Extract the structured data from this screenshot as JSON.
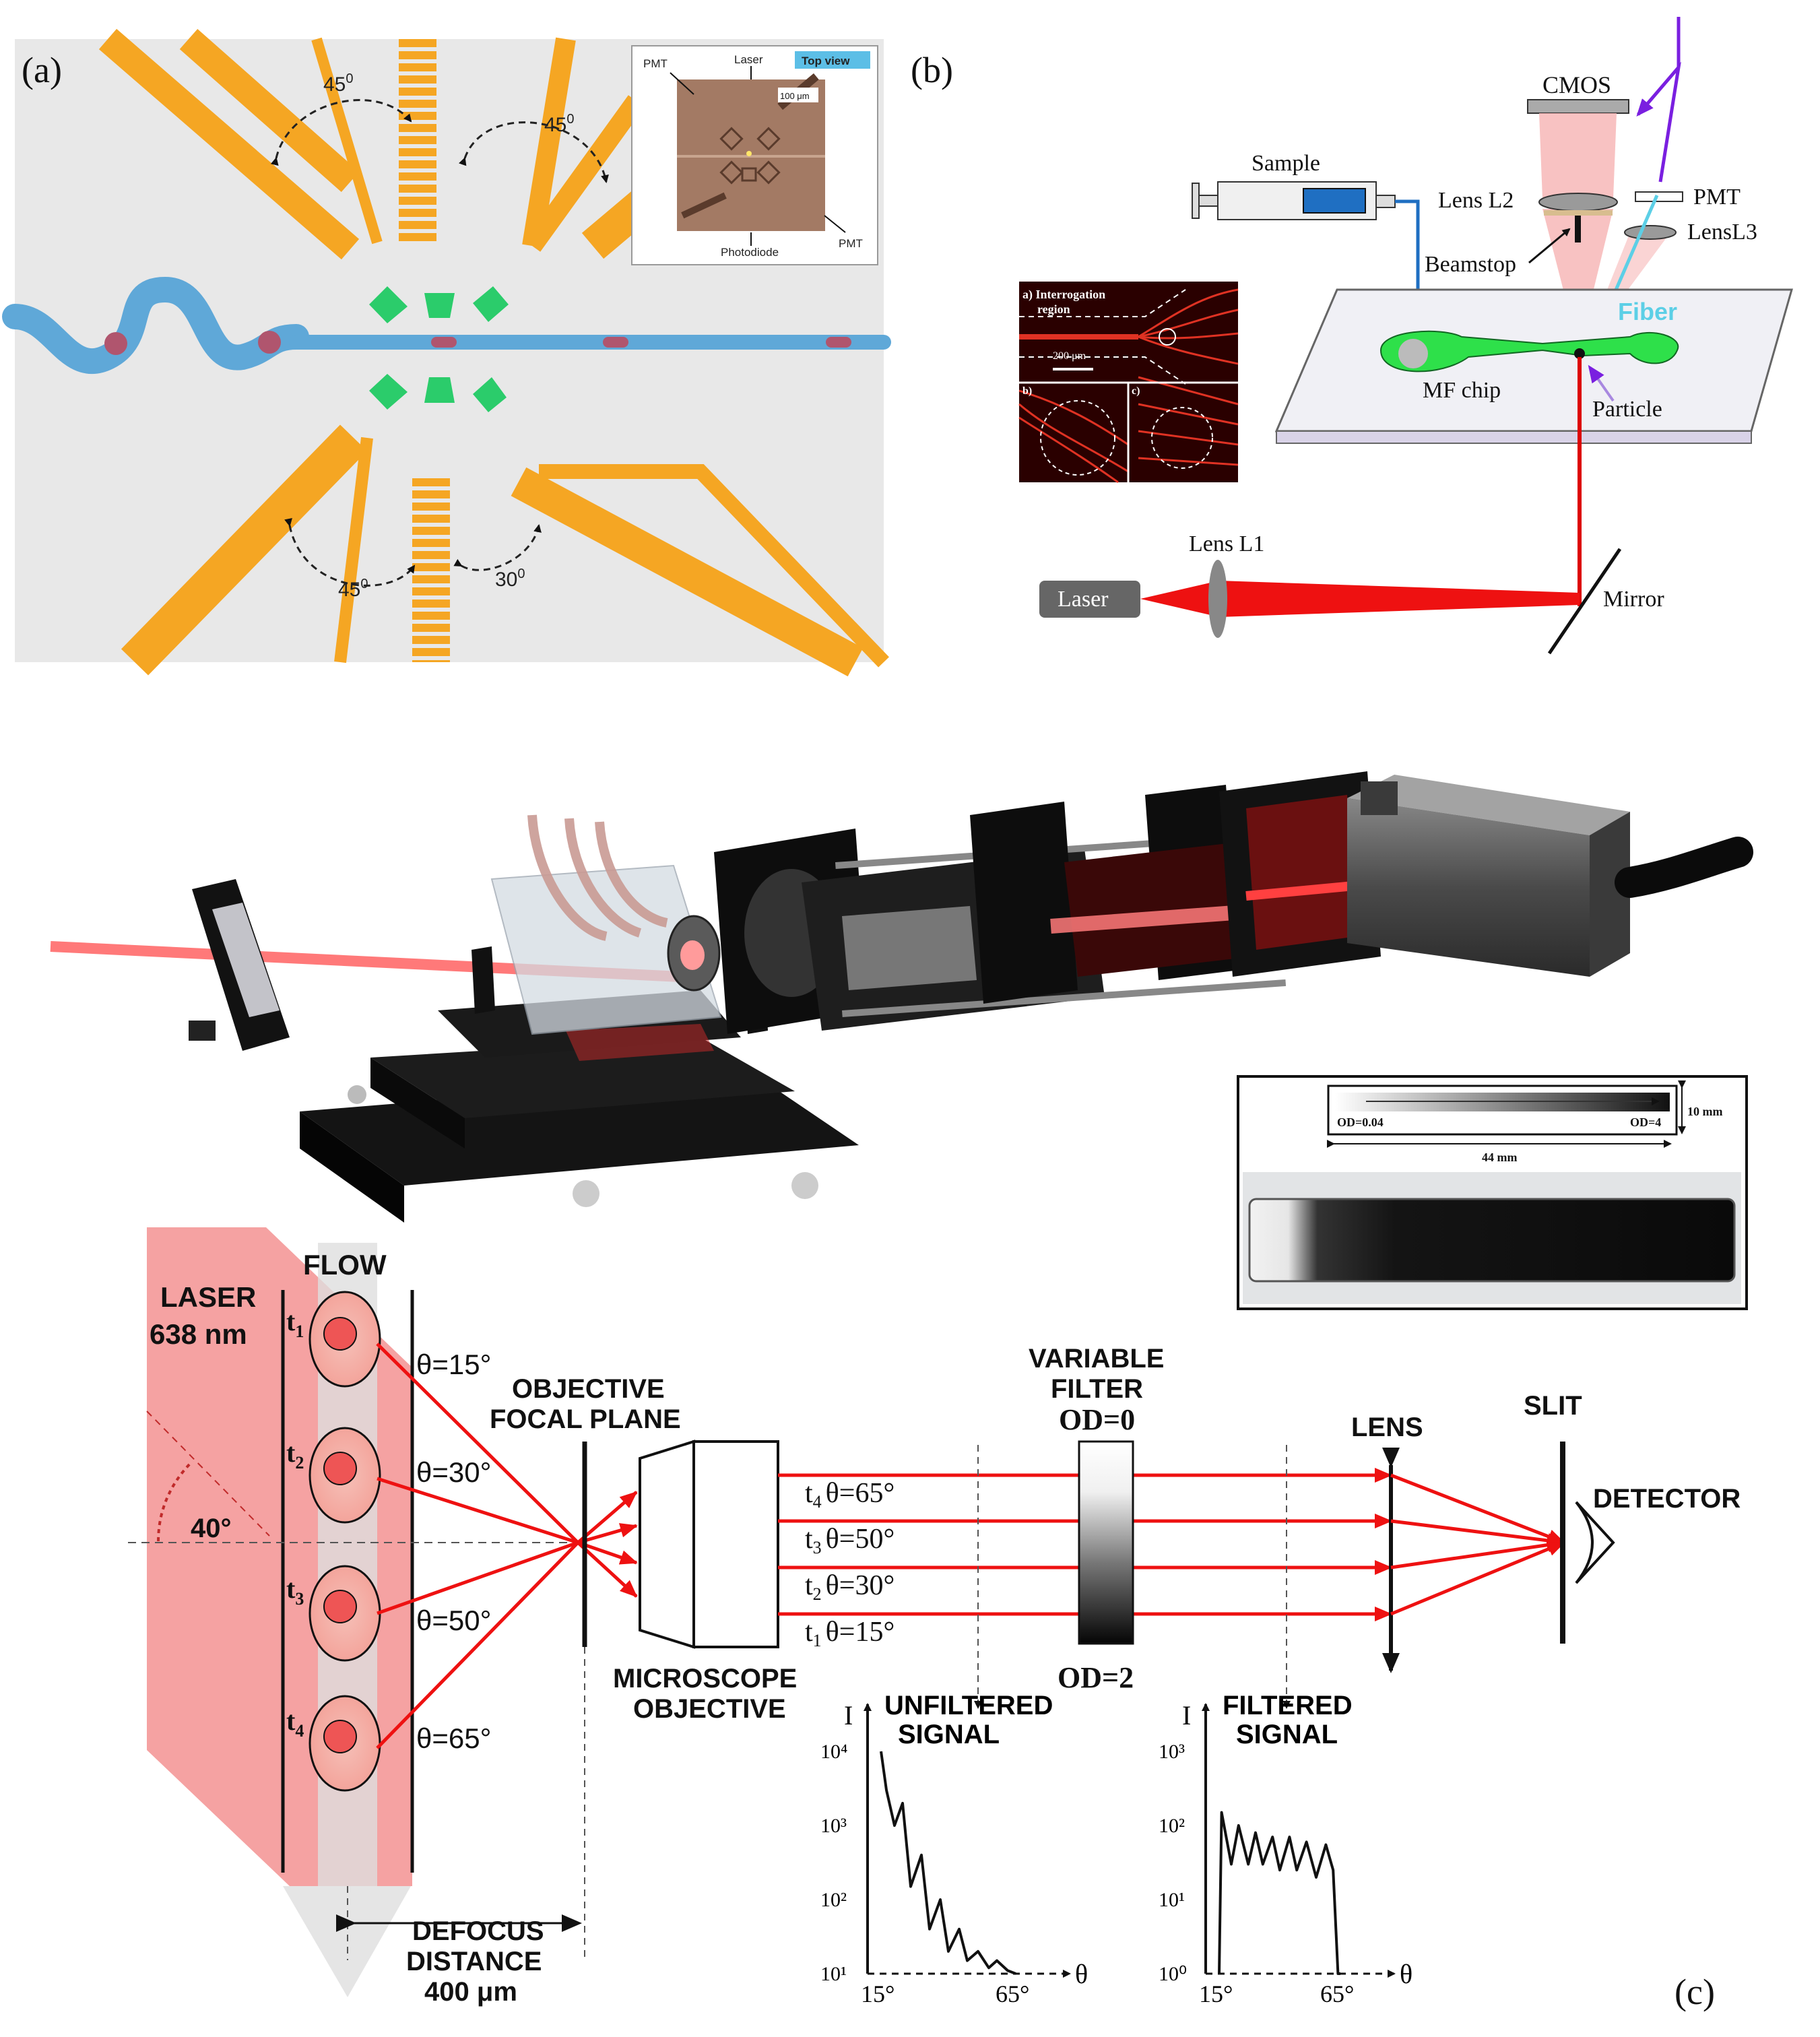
{
  "panel_a": {
    "label": "(a)",
    "angle_top_left": "45",
    "angle_top_right": "45",
    "angle_bottom_left": "45",
    "angle_bottom_right": "30",
    "angle_unit": "0",
    "inset": {
      "title": "Top view",
      "laser": "Laser",
      "pmt_top": "PMT",
      "pmt_bottom": "PMT",
      "photodiode": "Photodiode",
      "scale": "100 μm"
    }
  },
  "panel_b": {
    "label": "(b)",
    "cmos": "CMOS",
    "sample": "Sample",
    "lens_l2": "Lens  L2",
    "pmt": "PMT",
    "lens_l3": "LensL3",
    "beamstop": "Beamstop",
    "fiber": "Fiber",
    "mf_chip": "MF chip",
    "particle": "Particle",
    "lens_l1": "Lens L1",
    "laser": "Laser",
    "mirror": "Mirror",
    "inset": {
      "a_label": "a) Interrogation",
      "a_label2": "region",
      "scale": "200 μm",
      "b_label": "b)",
      "c_label": "c)"
    }
  },
  "panel_c": {
    "label": "(c)",
    "filter_inset": {
      "od_start": "OD=0.04",
      "od_end": "OD=4",
      "height": "10 mm",
      "width": "44 mm"
    },
    "schematic": {
      "flow": "FLOW",
      "laser_line1": "LASER",
      "laser_line2": "638 nm",
      "angle": "40°",
      "times": [
        "t",
        "t",
        "t",
        "t"
      ],
      "time_subs": [
        "1",
        "2",
        "3",
        "4"
      ],
      "thetas": [
        "θ=15°",
        "θ=30°",
        "θ=50°",
        "θ=65°"
      ],
      "focal_plane_line1": "OBJECTIVE",
      "focal_plane_line2": "FOCAL PLANE",
      "objective_line1": "MICROSCOPE",
      "objective_line2": "OBJECTIVE",
      "defocus_line1": "DEFOCUS",
      "defocus_line2": "DISTANCE",
      "defocus_line3": "400 μm",
      "beams": [
        "θ=65°",
        "θ=50°",
        "θ=30°",
        "θ=15°"
      ],
      "beam_t": [
        "4",
        "3",
        "2",
        "1"
      ],
      "variable_line1": "VARIABLE",
      "variable_line2": "FILTER",
      "od_top": "OD=0",
      "od_bottom": "OD=2",
      "lens": "LENS",
      "slit": "SLIT",
      "detector": "DETECTOR"
    }
  },
  "chart_data": [
    {
      "type": "line",
      "title": "UNFILTERED SIGNAL",
      "ylabel": "I",
      "xlabel": "θ",
      "yscale": "log",
      "y_ticks": [
        "10⁴",
        "10³",
        "10²",
        "10¹"
      ],
      "x_ticks": [
        "15°",
        "65°"
      ],
      "x": [
        15,
        17,
        20,
        23,
        26,
        30,
        33,
        37,
        40,
        44,
        47,
        51,
        55,
        58,
        62,
        65
      ],
      "y": [
        10000,
        3000,
        1000,
        2000,
        150,
        400,
        40,
        100,
        20,
        40,
        15,
        20,
        12,
        15,
        11,
        10
      ]
    },
    {
      "type": "line",
      "title": "FILTERED SIGNAL",
      "ylabel": "I",
      "xlabel": "θ",
      "yscale": "log",
      "y_ticks": [
        "10³",
        "10²",
        "10¹",
        "10⁰"
      ],
      "x_ticks": [
        "15°",
        "65°"
      ],
      "x": [
        15,
        16,
        20,
        23,
        27,
        30,
        33,
        37,
        40,
        44,
        47,
        51,
        55,
        59,
        62,
        64,
        65
      ],
      "y": [
        1,
        150,
        30,
        100,
        30,
        80,
        30,
        70,
        25,
        70,
        25,
        60,
        20,
        55,
        25,
        1,
        1
      ]
    }
  ]
}
